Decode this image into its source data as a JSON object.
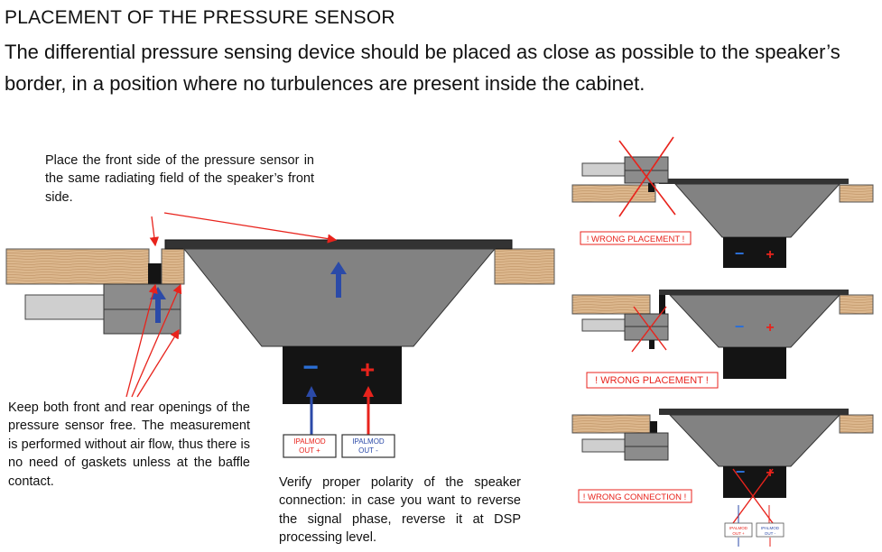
{
  "title": "PLACEMENT OF THE PRESSURE SENSOR",
  "intro": "The differential pressure sensing device should be placed as close as possible to the speaker’s border, in a position where no turbulences are present inside the cabinet.",
  "callout_front": "Place the front side of the pressure sensor in the same radiating field of the speaker’s front side.",
  "callout_openings": "Keep both front and rear openings of the pressure sensor free. The measurement is performed without air flow, thus there is no need of gaskets unless at the baffle contact.",
  "callout_polarity": "Verify proper polarity of the speaker connection: in case you want to reverse the signal phase, reverse it at DSP processing level.",
  "main_diagram": {
    "terminal_minus": "−",
    "terminal_plus": "+",
    "label_out_plus_line1": "IPALMOD",
    "label_out_plus_line2": "OUT +",
    "label_out_minus_line1": "IPALMOD",
    "label_out_minus_line2": "OUT -"
  },
  "small_diagrams": {
    "wrong_placement_1": "! WRONG PLACEMENT !",
    "wrong_placement_2": "! WRONG PLACEMENT !",
    "wrong_connection": "! WRONG CONNECTION !",
    "terminal_minus": "−",
    "terminal_plus": "+",
    "mini_out_plus_line1": "IPALMOD",
    "mini_out_plus_line2": "OUT +",
    "mini_out_minus_line1": "IPALMOD",
    "mini_out_minus_line2": "OUT -"
  },
  "colors": {
    "wood": "#d9b48a",
    "wood_grain": "#b98a5c",
    "speaker_gray": "#828282",
    "sensor_gray": "#8c8c8c",
    "tube_gray": "#cfcfcf",
    "magnet_black": "#141414",
    "arrow_blue": "#2b4aa8",
    "annotation_red": "#e8231c"
  }
}
